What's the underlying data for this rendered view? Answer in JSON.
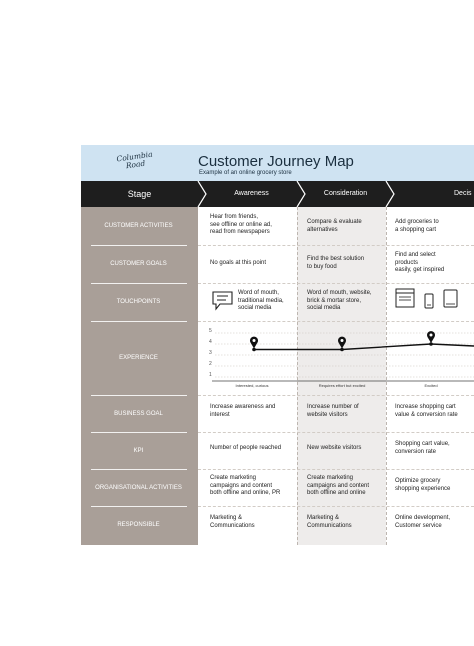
{
  "header": {
    "logo": "Columbia Road",
    "title": "Customer Journey Map",
    "subtitle": "Example of an online grocery store"
  },
  "stage_bar": {
    "label": "Stage",
    "stages": [
      "Awareness",
      "Consideration",
      "Decis"
    ]
  },
  "row_labels": {
    "customer_activities": "CUSTOMER ACTIVITIES",
    "customer_goals": "CUSTOMER GOALS",
    "touchpoints": "TOUCHPOINTS",
    "experience": "EXPERIENCE",
    "business_goal": "BUSINESS GOAL",
    "kpi": "KPI",
    "organisational_activities": "ORGANISATIONAL ACTIVITIES",
    "responsible": "RESPONSIBLE"
  },
  "awareness": {
    "customer_activities": "Hear from friends,\nsee offline or online ad,\nread from newspapers",
    "customer_goals": "No goals at this point",
    "touchpoints": "Word of mouth,\ntraditional media,\nsocial media",
    "experience_note": "Interested, curious",
    "business_goal": "Increase awareness and\ninterest",
    "kpi": "Number of people reached",
    "organisational_activities": "Create marketing\ncampaigns and content\nboth offline and online, PR",
    "responsible": "Marketing &\nCommunications"
  },
  "consideration": {
    "customer_activities": "Compare & evaluate\nalternatives",
    "customer_goals": "Find the best solution\nto buy food",
    "touchpoints": "Word of mouth, website,\nbrick & mortar store,\nsocial media",
    "experience_note": "Requires effort but excited",
    "business_goal": "Increase number of\nwebsite visitors",
    "kpi": "New website visitors",
    "organisational_activities": "Create marketing\ncampaigns and content\nboth offline and online",
    "responsible": "Marketing &\nCommunications"
  },
  "decision": {
    "customer_activities": "Add groceries to\na shopping cart",
    "customer_goals": "Find and select\nproducts\neasily, get inspired",
    "experience_note": "Excited",
    "business_goal": "Increase shopping cart\nvalue & conversion rate",
    "kpi": "Shopping cart value,\nconversion rate",
    "organisational_activities": "Optimize grocery\nshopping experience",
    "responsible": "Online development,\nCustomer service"
  },
  "experience_scale": [
    "5",
    "4",
    "3",
    "2",
    "1"
  ],
  "experience_values": [
    3.5,
    3.5,
    4
  ]
}
